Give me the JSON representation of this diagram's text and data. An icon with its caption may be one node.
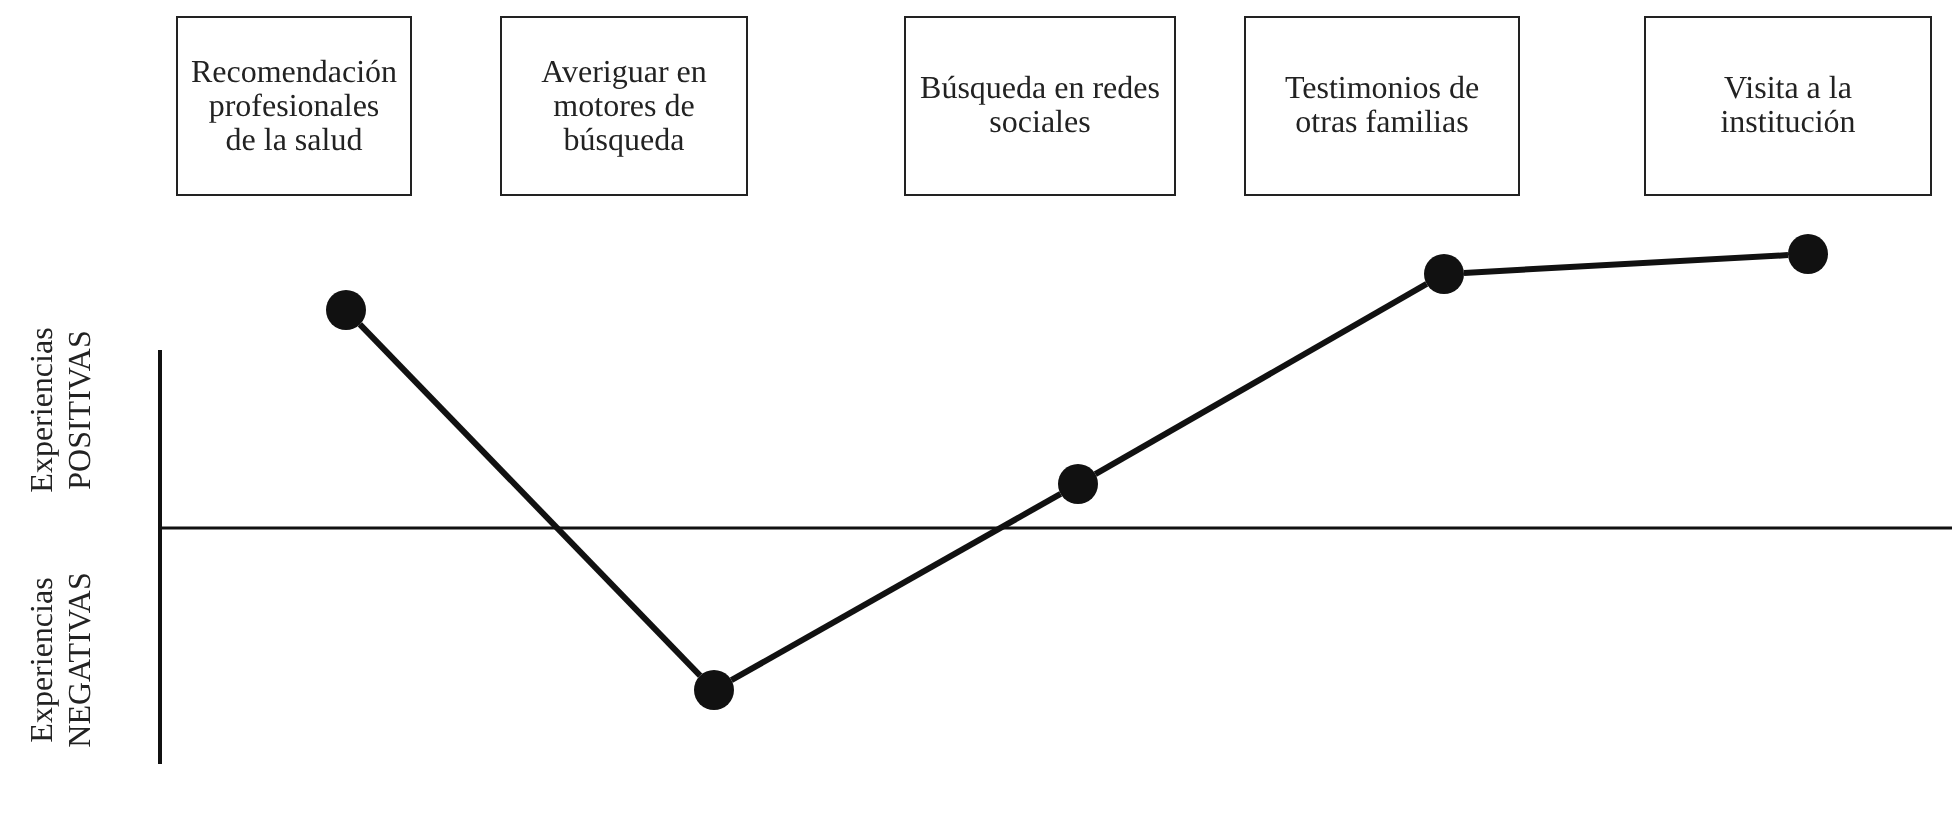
{
  "diagram": {
    "nodes": [
      {
        "text": [
          "Recomendación profesionales de la salud"
        ]
      },
      {
        "text": [
          "Averiguar en motores de búsqueda"
        ]
      },
      {
        "text": [
          "Búsqueda en redes sociales"
        ]
      },
      {
        "text": [
          "Testimonios de otras familias"
        ]
      },
      {
        "text": [
          "Visita a la institución"
        ]
      },
      {
        "text": [],
        "shape": "circle"
      },
      {
        "text": [],
        "shape": "circle"
      },
      {
        "text": [],
        "shape": "circle"
      },
      {
        "text": [],
        "shape": "circle"
      },
      {
        "text": [],
        "shape": "circle"
      }
    ],
    "edges": [
      {
        "from": 5,
        "to": 6,
        "arrow": "none"
      },
      {
        "from": 6,
        "to": 7,
        "arrow": "none"
      },
      {
        "from": 7,
        "to": 8,
        "arrow": "none"
      },
      {
        "from": 8,
        "to": 9,
        "arrow": "none"
      }
    ],
    "labels": [
      "Experiencias POSITIVAS",
      "Experiencias NEGATIVAS"
    ]
  }
}
